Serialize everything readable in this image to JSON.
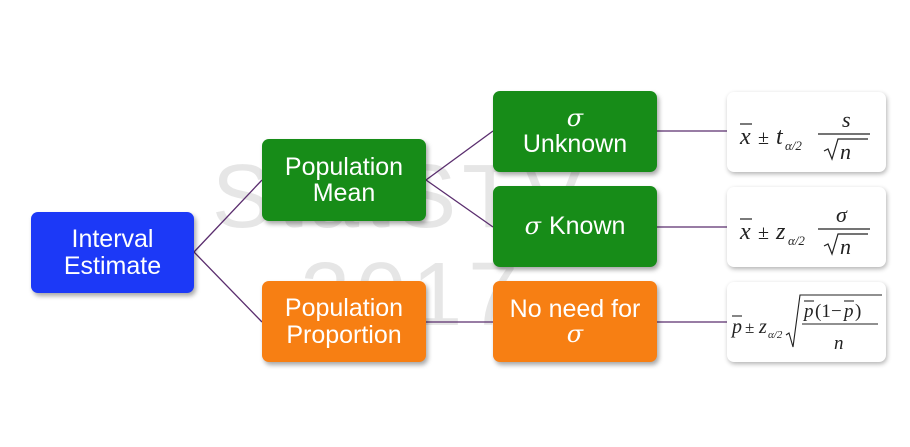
{
  "watermark": {
    "line1": "StatSTV",
    "line2": "2017"
  },
  "nodes": {
    "interval_estimate": "Interval\nEstimate",
    "population_mean": "Population\nMean",
    "population_proportion": "Population\nProportion",
    "sigma_unknown": {
      "symbol": "σ",
      "label": "Unknown"
    },
    "sigma_known": {
      "symbol": "σ",
      "label": "Known"
    },
    "no_need_for_sigma": {
      "label": "No need for",
      "symbol": "σ"
    }
  },
  "formulas": {
    "t_interval": "x̄ ± t_{α/2} s/√n",
    "z_interval": "x̄ ± z_{α/2} σ/√n",
    "proportion_interval": "p̄ ± z_{α/2} √(p̄(1−p̄)/n)"
  },
  "colors": {
    "root": "#1c39f7",
    "mean_branch": "#178c18",
    "proportion_branch": "#f77f13",
    "connector": "#5a2d6e"
  }
}
